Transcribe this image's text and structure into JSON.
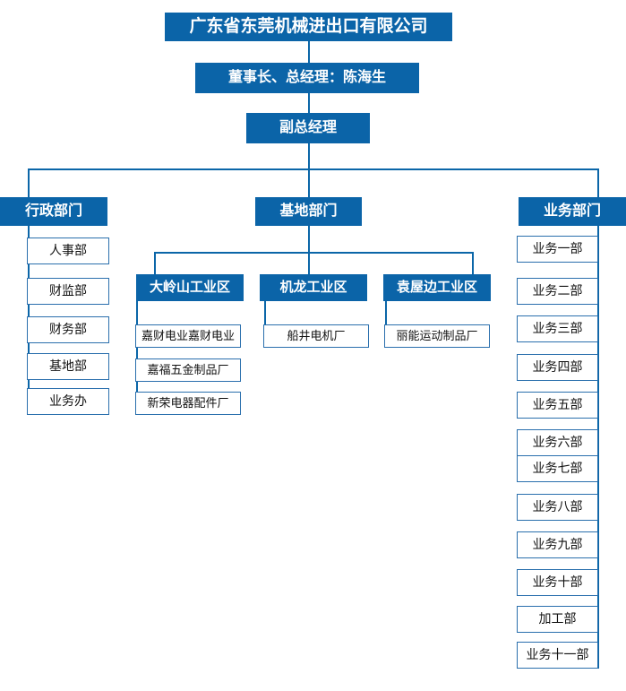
{
  "chart_data": {
    "type": "diagram",
    "title": "广东省东莞机械进出口有限公司 组织结构图",
    "orientation": "top-down org chart"
  },
  "org": {
    "root": {
      "label": "广东省东莞机械进出口有限公司"
    },
    "level2": {
      "label": "董事长、总经理：陈海生"
    },
    "level3": {
      "label": "副总经理"
    },
    "departments": [
      {
        "label": "行政部门"
      },
      {
        "label": "基地部门"
      },
      {
        "label": "业务部门"
      }
    ],
    "admin_items": [
      {
        "label": "人事部"
      },
      {
        "label": "财监部"
      },
      {
        "label": "财务部"
      },
      {
        "label": "基地部"
      },
      {
        "label": "业务办"
      }
    ],
    "zones": [
      {
        "label": "大岭山工业区"
      },
      {
        "label": "机龙工业区"
      },
      {
        "label": "袁屋边工业区"
      }
    ],
    "zone_factories": {
      "daling": [
        {
          "label": "嘉财电业嘉财电业"
        },
        {
          "label": "嘉福五金制品厂"
        },
        {
          "label": "新荣电器配件厂"
        }
      ],
      "jilong": [
        {
          "label": "船井电机厂"
        }
      ],
      "yuanwubian": [
        {
          "label": "丽能运动制品厂"
        }
      ]
    },
    "business_items": [
      {
        "label": "业务一部"
      },
      {
        "label": "业务二部"
      },
      {
        "label": "业务三部"
      },
      {
        "label": "业务四部"
      },
      {
        "label": "业务五部"
      },
      {
        "label": "业务六部"
      },
      {
        "label": "业务七部"
      },
      {
        "label": "业务八部"
      },
      {
        "label": "业务九部"
      },
      {
        "label": "业务十部"
      },
      {
        "label": "加工部"
      },
      {
        "label": "业务十一部"
      }
    ]
  },
  "colors": {
    "box_fill": "#0b64a8",
    "connector": "#0b66a8",
    "plain_border": "#2a6fad",
    "plain_text": "#111111",
    "filled_text": "#ffffff",
    "background": "#ffffff"
  }
}
